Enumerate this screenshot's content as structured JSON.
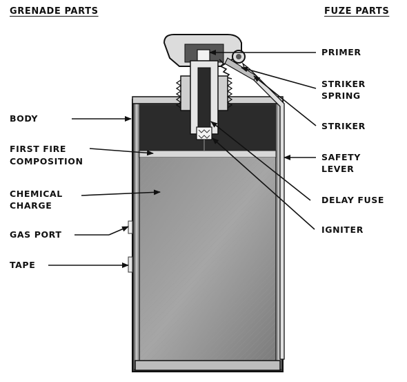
{
  "headings": {
    "left": "GRENADE PARTS",
    "right": "FUZE PARTS"
  },
  "left_labels": {
    "body": "BODY",
    "first_fire_line1": "FIRST FIRE",
    "first_fire_line2": "COMPOSITION",
    "chemical_line1": "CHEMICAL",
    "chemical_line2": "CHARGE",
    "gas_port": "GAS PORT",
    "tape": "TAPE"
  },
  "right_labels": {
    "primer": "PRIMER",
    "striker_spring_line1": "STRIKER",
    "striker_spring_line2": "SPRING",
    "striker": "STRIKER",
    "safety_lever_line1": "SAFETY",
    "safety_lever_line2": "LEVER",
    "delay_fuse": "DELAY FUSE",
    "igniter": "IGNITER"
  }
}
